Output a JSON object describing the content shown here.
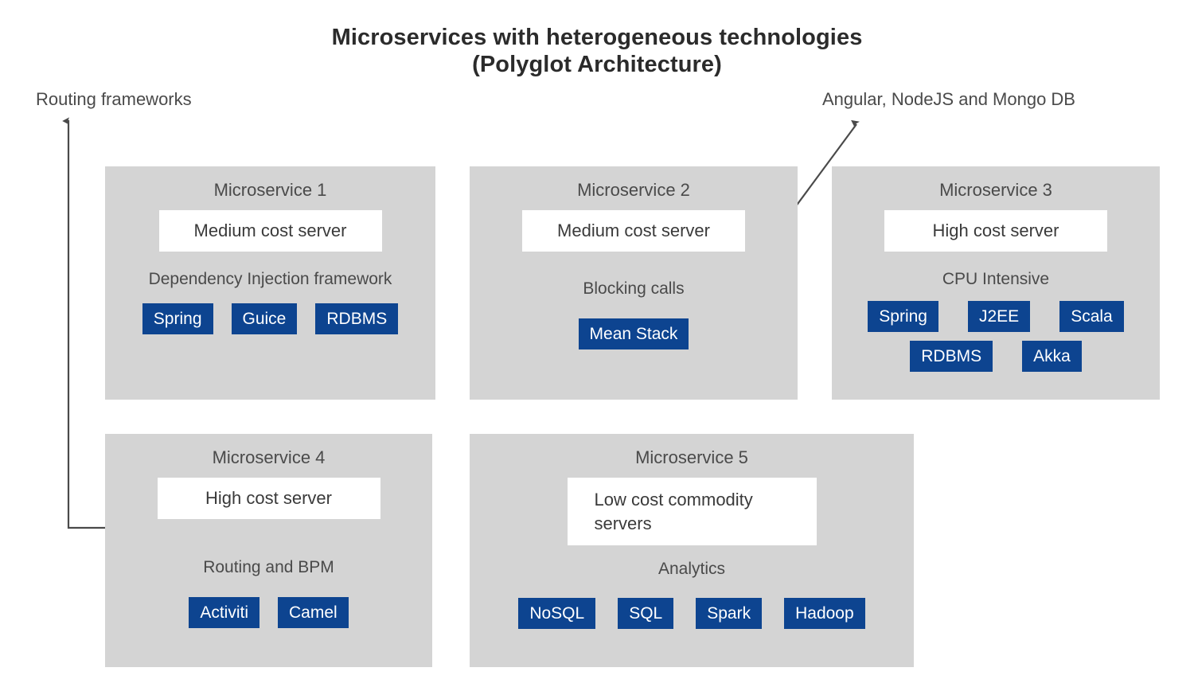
{
  "title": {
    "line1": "Microservices with heterogeneous technologies",
    "line2": "(Polyglot Architecture)"
  },
  "annotations": {
    "left": "Routing frameworks",
    "right": "Angular, NodeJS and Mongo DB"
  },
  "colors": {
    "card_background": "#d4d4d4",
    "tag_background": "#0d4490",
    "tag_text": "#ffffff",
    "server_box_background": "#ffffff",
    "text": "#4a4a4a",
    "arrow": "#4a4a4a",
    "page_background": "#ffffff"
  },
  "cards": [
    {
      "title": "Microservice 1",
      "server": "Medium cost server",
      "trait": "Dependency Injection framework",
      "tag_rows": [
        [
          "Spring",
          "Guice",
          "RDBMS"
        ]
      ]
    },
    {
      "title": "Microservice 2",
      "server": "Medium cost server",
      "trait": "Blocking calls",
      "tag_rows": [
        [
          "Mean Stack"
        ]
      ]
    },
    {
      "title": "Microservice 3",
      "server": "High cost server",
      "trait": "CPU Intensive",
      "tag_rows": [
        [
          "Spring",
          "J2EE",
          "Scala"
        ],
        [
          "RDBMS",
          "Akka"
        ]
      ]
    },
    {
      "title": "Microservice 4",
      "server": "High cost server",
      "trait": "Routing and BPM",
      "tag_rows": [
        [
          "Activiti",
          "Camel"
        ]
      ]
    },
    {
      "title": "Microservice 5",
      "server": "Low cost commodity servers",
      "trait": "Analytics",
      "tag_rows": [
        [
          "NoSQL",
          "SQL",
          "Spark",
          "Hadoop"
        ]
      ]
    }
  ]
}
